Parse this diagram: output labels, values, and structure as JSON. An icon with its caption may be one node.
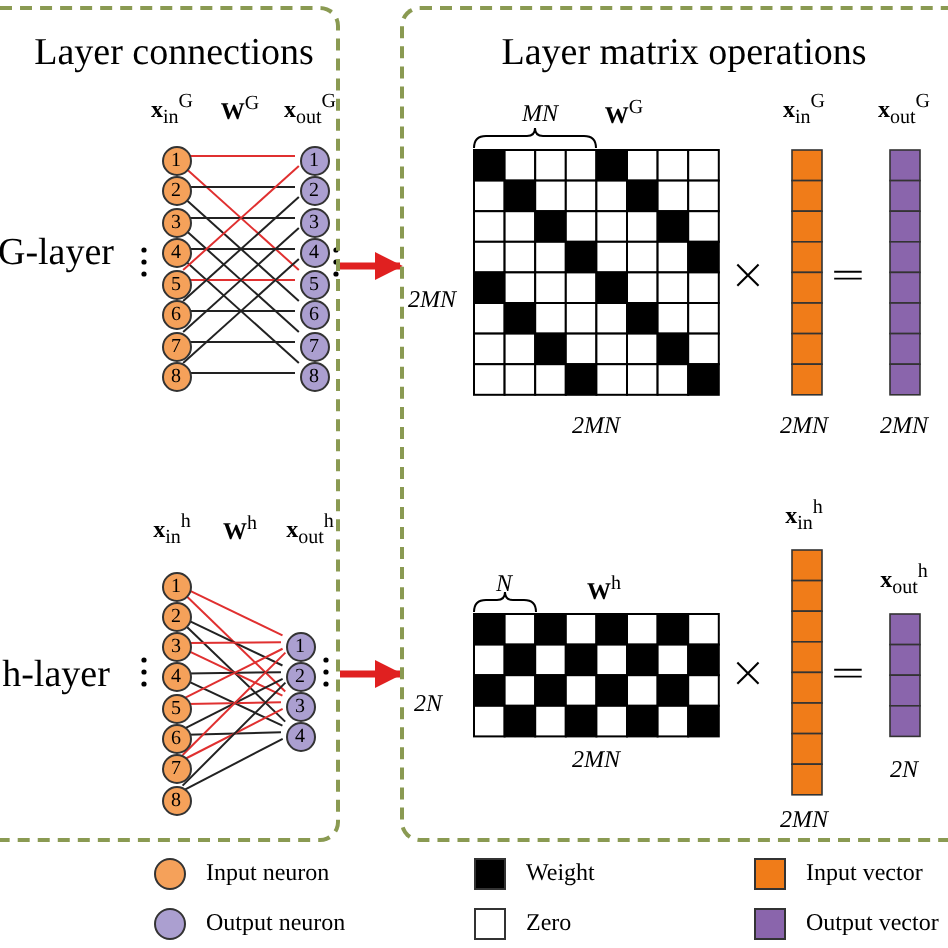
{
  "diagram": {
    "nodes": [
      {
        "text": [
          "Layer connections"
        ]
      },
      {
        "text": [
          "Layer matrix operations"
        ]
      },
      {
        "text": [
          "1"
        ],
        "in": 0
      },
      {
        "text": [
          "2"
        ],
        "in": 0
      },
      {
        "text": [
          "3"
        ],
        "in": 0
      },
      {
        "text": [
          "4"
        ],
        "in": 0
      },
      {
        "text": [
          "5"
        ],
        "in": 0
      },
      {
        "text": [
          "6"
        ],
        "in": 0
      },
      {
        "text": [
          "7"
        ],
        "in": 0
      },
      {
        "text": [
          "8"
        ],
        "in": 0
      },
      {
        "text": [
          "1"
        ],
        "in": 0
      },
      {
        "text": [
          "2"
        ],
        "in": 0
      },
      {
        "text": [
          "3"
        ],
        "in": 0
      },
      {
        "text": [
          "4"
        ],
        "in": 0
      },
      {
        "text": [
          "5"
        ],
        "in": 0
      },
      {
        "text": [
          "6"
        ],
        "in": 0
      },
      {
        "text": [
          "7"
        ],
        "in": 0
      },
      {
        "text": [
          "8"
        ],
        "in": 0
      },
      {
        "text": [
          "1"
        ],
        "in": 0
      },
      {
        "text": [
          "2"
        ],
        "in": 0
      },
      {
        "text": [
          "3"
        ],
        "in": 0
      },
      {
        "text": [
          "4"
        ],
        "in": 0
      },
      {
        "text": [
          "5"
        ],
        "in": 0
      },
      {
        "text": [
          "6"
        ],
        "in": 0
      },
      {
        "text": [
          "7"
        ],
        "in": 0
      },
      {
        "text": [
          "8"
        ],
        "in": 0
      },
      {
        "text": [
          "1"
        ],
        "in": 0
      },
      {
        "text": [
          "2"
        ],
        "in": 0
      },
      {
        "text": [
          "3"
        ],
        "in": 0
      },
      {
        "text": [
          "4"
        ],
        "in": 0
      }
    ],
    "edges": [
      {
        "from": 2,
        "to": 10,
        "arrow": "none",
        "color": "#e03030"
      },
      {
        "from": 2,
        "to": 14,
        "arrow": "none",
        "color": "#e03030"
      },
      {
        "from": 3,
        "to": 11,
        "arrow": "none"
      },
      {
        "from": 3,
        "to": 15,
        "arrow": "none"
      },
      {
        "from": 4,
        "to": 12,
        "arrow": "none"
      },
      {
        "from": 4,
        "to": 16,
        "arrow": "none"
      },
      {
        "from": 5,
        "to": 13,
        "arrow": "none"
      },
      {
        "from": 5,
        "to": 17,
        "arrow": "none"
      },
      {
        "from": 6,
        "to": 10,
        "arrow": "none",
        "color": "#e03030"
      },
      {
        "from": 6,
        "to": 14,
        "arrow": "none",
        "color": "#e03030"
      },
      {
        "from": 7,
        "to": 11,
        "arrow": "none"
      },
      {
        "from": 7,
        "to": 15,
        "arrow": "none"
      },
      {
        "from": 8,
        "to": 12,
        "arrow": "none"
      },
      {
        "from": 8,
        "to": 16,
        "arrow": "none"
      },
      {
        "from": 9,
        "to": 13,
        "arrow": "none"
      },
      {
        "from": 9,
        "to": 17,
        "arrow": "none"
      },
      {
        "from": 18,
        "to": 26,
        "arrow": "none",
        "color": "#e03030"
      },
      {
        "from": 18,
        "to": 28,
        "arrow": "none",
        "color": "#e03030"
      },
      {
        "from": 19,
        "to": 27,
        "arrow": "none"
      },
      {
        "from": 19,
        "to": 29,
        "arrow": "none"
      },
      {
        "from": 20,
        "to": 26,
        "arrow": "none",
        "color": "#e03030"
      },
      {
        "from": 20,
        "to": 28,
        "arrow": "none",
        "color": "#e03030"
      },
      {
        "from": 21,
        "to": 27,
        "arrow": "none"
      },
      {
        "from": 21,
        "to": 29,
        "arrow": "none"
      },
      {
        "from": 22,
        "to": 26,
        "arrow": "none",
        "color": "#e03030"
      },
      {
        "from": 22,
        "to": 28,
        "arrow": "none",
        "color": "#e03030"
      },
      {
        "from": 23,
        "to": 27,
        "arrow": "none"
      },
      {
        "from": 23,
        "to": 29,
        "arrow": "none"
      },
      {
        "from": 24,
        "to": 26,
        "arrow": "none",
        "color": "#e03030"
      },
      {
        "from": 24,
        "to": 28,
        "arrow": "none",
        "color": "#e03030"
      },
      {
        "from": 25,
        "to": 27,
        "arrow": "none"
      },
      {
        "from": 25,
        "to": 29,
        "arrow": "none"
      },
      {
        "from": 0,
        "to": 1,
        "arrow": "to",
        "style": "thick",
        "color": "#e02020"
      },
      {
        "from": 0,
        "to": 1,
        "arrow": "to",
        "style": "thick",
        "color": "#e02020"
      }
    ],
    "labels": [
      "**x**$_{in}$$^{G}$",
      "**W**$^{G}$",
      "**x**$_{out}$$^{G}$",
      "MN",
      "**W**$^{G}$",
      "**x**$_{in}$$^{G}$",
      "**x**$_{out}$$^{G}$",
      "G-layer",
      "2MN",
      "×",
      "=",
      "2MN",
      "2MN",
      "2MN",
      "**x**$_{in}$$^{h}$",
      "**W**$^{h}$",
      "**x**$_{out}$$^{h}$",
      "**x**$_{in}$$^{h}$",
      "N",
      "**W**$^{h}$",
      "**x**$_{out}$$^{h}$",
      "h-layer",
      "2N",
      "×",
      "=",
      "2MN",
      "2N",
      "2MN"
    ],
    "legend": [
      {
        "text": "Input neuron",
        "color": "#f5a15a"
      },
      {
        "text": "Weight",
        "color": "#000000"
      },
      {
        "text": "Input vector",
        "color": "#f07c19"
      },
      {
        "text": "Output neuron",
        "color": "#ab9fd0"
      },
      {
        "text": "Zero",
        "color": "#ffffff"
      },
      {
        "text": "Output vector",
        "color": "#8a65ac"
      }
    ]
  }
}
